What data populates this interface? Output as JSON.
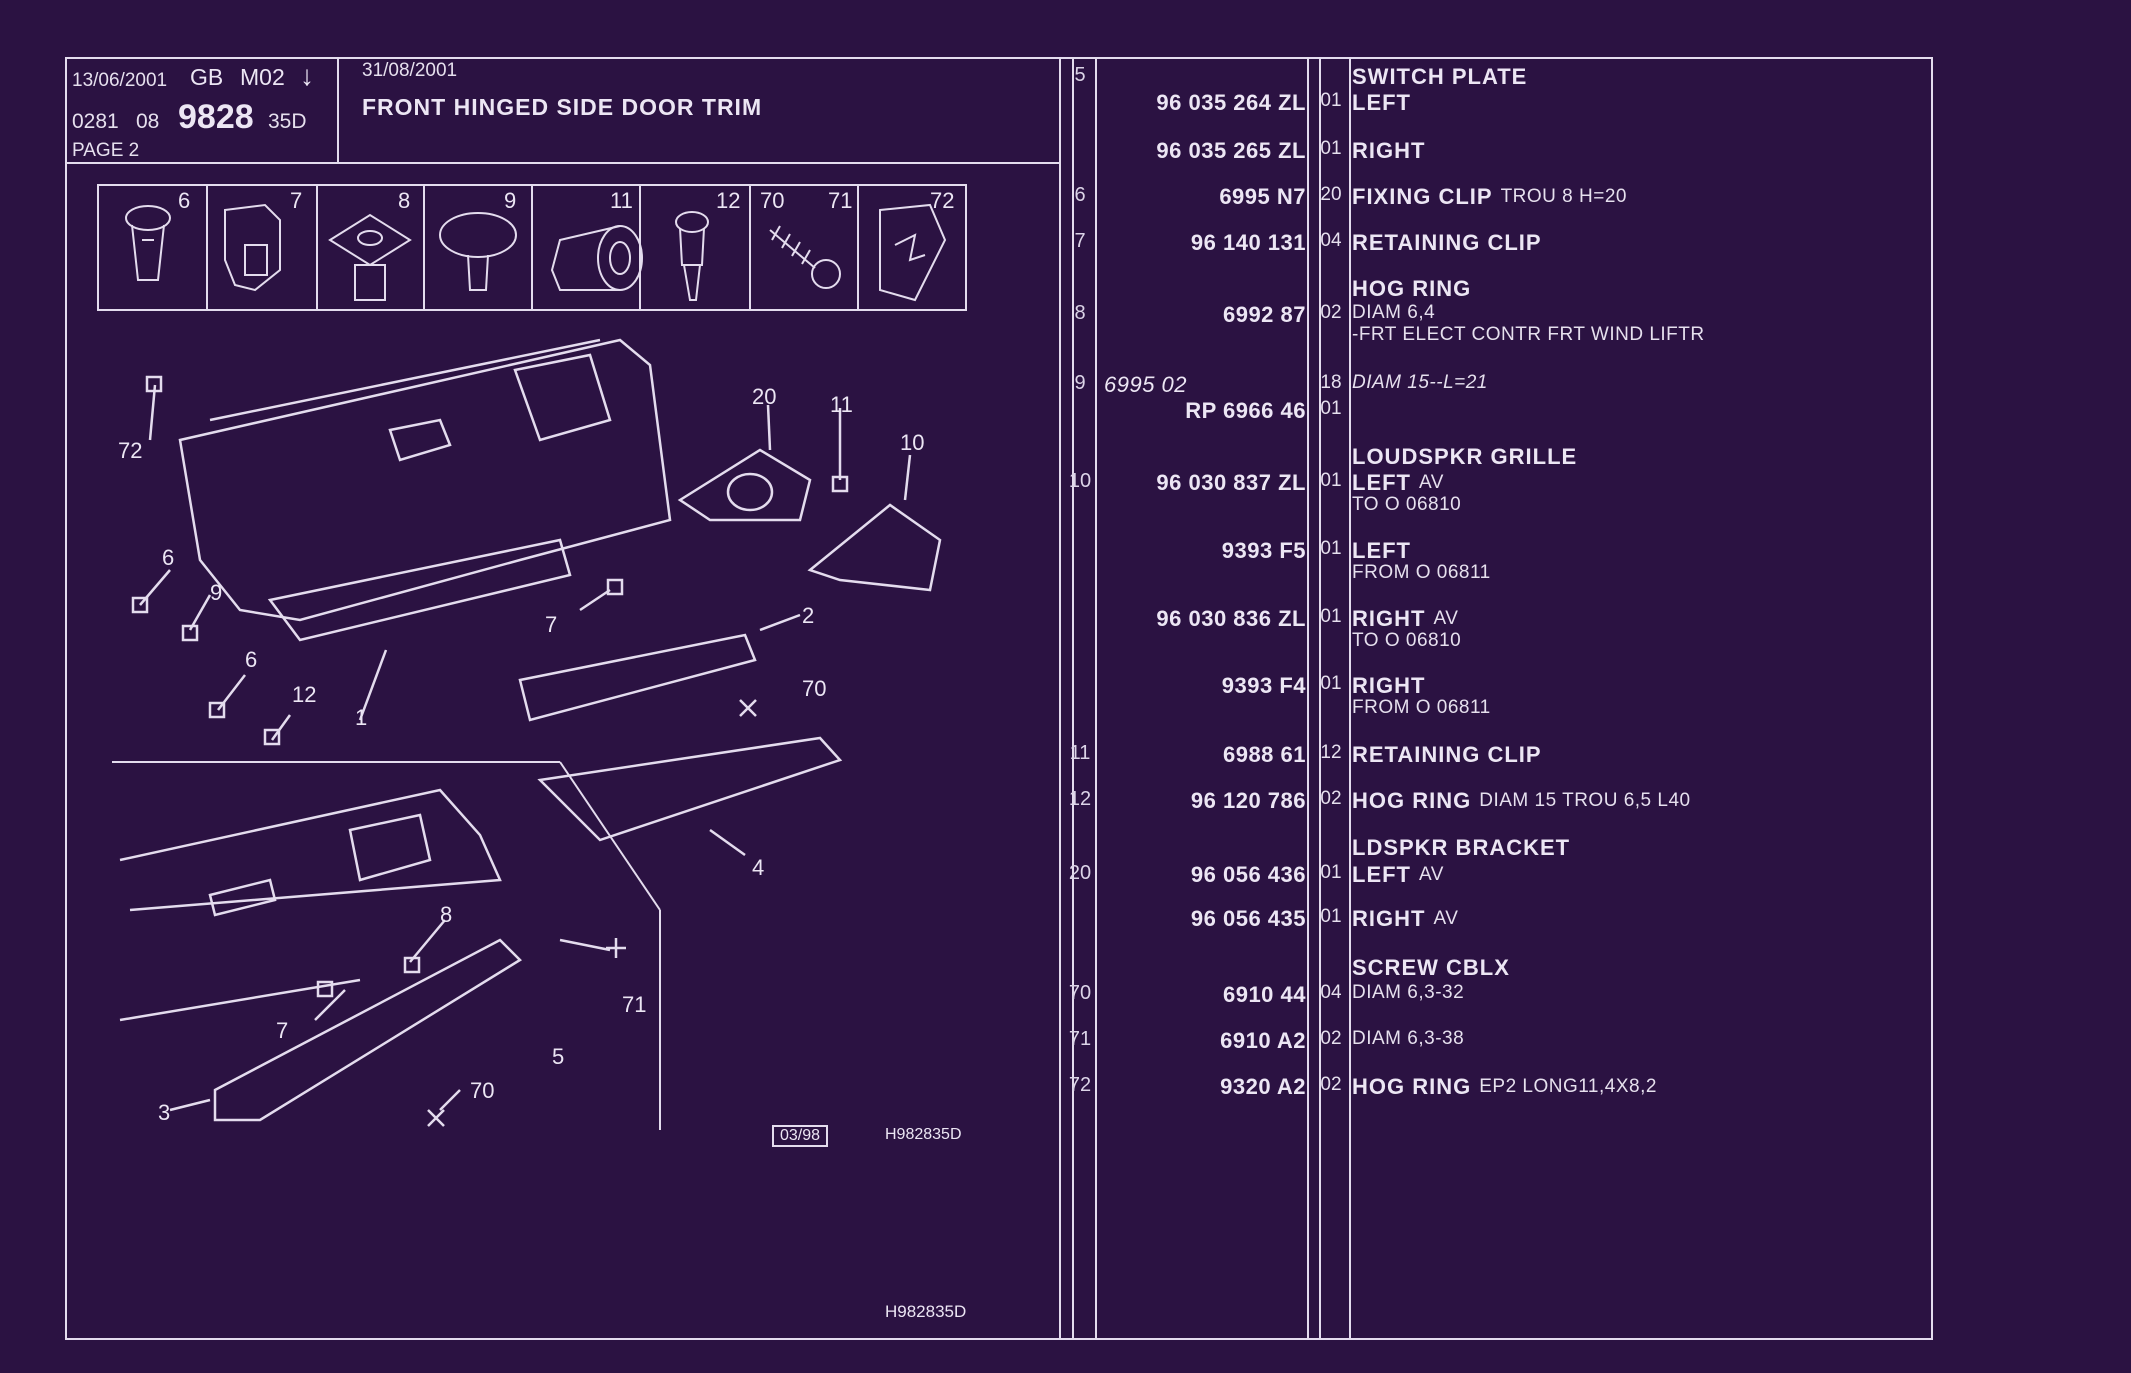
{
  "header": {
    "date1": "13/06/2001",
    "market": "GB",
    "model": "M02",
    "arrow": "↓",
    "code_a": "0281",
    "code_b": "08",
    "main_code": "9828",
    "suffix": "35D",
    "page": "PAGE  2",
    "date2": "31/08/2001",
    "title": "FRONT HINGED SIDE DOOR TRIM"
  },
  "icon_strip": [
    "6",
    "7",
    "8",
    "9",
    "11",
    "12",
    "70",
    "71",
    "72"
  ],
  "figure": {
    "callouts": [
      "72",
      "20",
      "11",
      "10",
      "6",
      "9",
      "7",
      "2",
      "6",
      "12",
      "1",
      "70",
      "4",
      "8",
      "71",
      "7",
      "5",
      "3",
      "70"
    ],
    "revision_box": "03/98",
    "drawing_ref": "H982835D",
    "footer_ref": "H982835D"
  },
  "parts": [
    {
      "ref": "5",
      "pn": "",
      "qty": "",
      "desc": "SWITCH PLATE",
      "extra": ""
    },
    {
      "ref": "",
      "pn": "96 035 264 ZL",
      "qty": "01",
      "desc": "LEFT",
      "extra": ""
    },
    {
      "ref": "",
      "pn": "96 035 265 ZL",
      "qty": "01",
      "desc": "RIGHT",
      "extra": ""
    },
    {
      "ref": "6",
      "pn": "6995 N7",
      "qty": "20",
      "desc": "FIXING CLIP",
      "extra": "TROU 8 H=20"
    },
    {
      "ref": "7",
      "pn": "96 140 131",
      "qty": "04",
      "desc": "RETAINING CLIP",
      "extra": ""
    },
    {
      "ref": "",
      "pn": "",
      "qty": "",
      "desc": "HOG RING",
      "extra": ""
    },
    {
      "ref": "8",
      "pn": "6992 87",
      "qty": "02",
      "desc": "DIAM 6,4",
      "extra": ""
    },
    {
      "ref": "",
      "pn": "",
      "qty": "",
      "desc": "-FRT ELECT CONTR FRT WIND LIFTR",
      "extra": ""
    },
    {
      "ref": "9",
      "pn": "6995 02",
      "qty": "18",
      "desc": "DIAM 15--L=21",
      "extra": ""
    },
    {
      "ref": "",
      "pn": "RP  6966 46",
      "qty": "01",
      "desc": "",
      "extra": ""
    },
    {
      "ref": "",
      "pn": "",
      "qty": "",
      "desc": "LOUDSPKR GRILLE",
      "extra": ""
    },
    {
      "ref": "10",
      "pn": "96 030 837 ZL",
      "qty": "01",
      "desc": "LEFT",
      "extra": "AV"
    },
    {
      "ref": "",
      "pn": "",
      "qty": "",
      "desc": "TO  O  06810",
      "extra": ""
    },
    {
      "ref": "",
      "pn": "9393 F5",
      "qty": "01",
      "desc": "LEFT",
      "extra": ""
    },
    {
      "ref": "",
      "pn": "",
      "qty": "",
      "desc": "FROM  O  06811",
      "extra": ""
    },
    {
      "ref": "",
      "pn": "96 030 836 ZL",
      "qty": "01",
      "desc": "RIGHT",
      "extra": "AV"
    },
    {
      "ref": "",
      "pn": "",
      "qty": "",
      "desc": "TO  O  06810",
      "extra": ""
    },
    {
      "ref": "",
      "pn": "9393 F4",
      "qty": "01",
      "desc": "RIGHT",
      "extra": ""
    },
    {
      "ref": "",
      "pn": "",
      "qty": "",
      "desc": "FROM  O  06811",
      "extra": ""
    },
    {
      "ref": "11",
      "pn": "6988 61",
      "qty": "12",
      "desc": "RETAINING CLIP",
      "extra": ""
    },
    {
      "ref": "12",
      "pn": "96 120 786",
      "qty": "02",
      "desc": "HOG RING",
      "extra": "DIAM 15 TROU 6,5 L40"
    },
    {
      "ref": "",
      "pn": "",
      "qty": "",
      "desc": "LDSPKR BRACKET",
      "extra": ""
    },
    {
      "ref": "20",
      "pn": "96 056 436",
      "qty": "01",
      "desc": "LEFT",
      "extra": "AV"
    },
    {
      "ref": "",
      "pn": "96 056 435",
      "qty": "01",
      "desc": "RIGHT",
      "extra": "AV"
    },
    {
      "ref": "",
      "pn": "",
      "qty": "",
      "desc": "SCREW CBLX",
      "extra": ""
    },
    {
      "ref": "70",
      "pn": "6910 44",
      "qty": "04",
      "desc": "DIAM 6,3-32",
      "extra": ""
    },
    {
      "ref": "71",
      "pn": "6910 A2",
      "qty": "02",
      "desc": "DIAM 6,3-38",
      "extra": ""
    },
    {
      "ref": "72",
      "pn": "9320 A2",
      "qty": "02",
      "desc": "HOG RING",
      "extra": "EP2 LONG11,4X8,2"
    }
  ]
}
